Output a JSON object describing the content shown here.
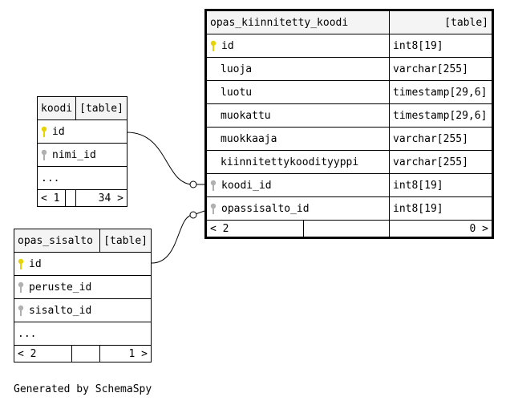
{
  "tables": {
    "koodi": {
      "name": "koodi",
      "tag": "[table]",
      "columns": [
        {
          "name": "id",
          "key": "primary"
        },
        {
          "name": "nimi_id",
          "key": "foreign"
        }
      ],
      "more": "...",
      "nav_left": "< 1",
      "nav_right": "34 >"
    },
    "opas_sisalto": {
      "name": "opas_sisalto",
      "tag": "[table]",
      "columns": [
        {
          "name": "id",
          "key": "primary"
        },
        {
          "name": "peruste_id",
          "key": "foreign"
        },
        {
          "name": "sisalto_id",
          "key": "foreign"
        }
      ],
      "more": "...",
      "nav_left": "< 2",
      "nav_right": "1 >"
    },
    "opas_kiinnitetty_koodi": {
      "name": "opas_kiinnitetty_koodi",
      "tag": "[table]",
      "columns": [
        {
          "name": "id",
          "type": "int8[19]",
          "key": "primary"
        },
        {
          "name": "luoja",
          "type": "varchar[255]",
          "key": "none"
        },
        {
          "name": "luotu",
          "type": "timestamp[29,6]",
          "key": "none"
        },
        {
          "name": "muokattu",
          "type": "timestamp[29,6]",
          "key": "none"
        },
        {
          "name": "muokkaaja",
          "type": "varchar[255]",
          "key": "none"
        },
        {
          "name": "kiinnitettykoodityyppi",
          "type": "varchar[255]",
          "key": "none"
        },
        {
          "name": "koodi_id",
          "type": "int8[19]",
          "key": "foreign"
        },
        {
          "name": "opassisalto_id",
          "type": "int8[19]",
          "key": "foreign"
        }
      ],
      "nav_left": "< 2",
      "nav_right": "0 >"
    }
  },
  "footer": "Generated by SchemaSpy",
  "colors": {
    "primary_key": "#e8d400",
    "foreign_key": "#b0b0b0",
    "header_bg": "#f4f4f4",
    "line": "#000000"
  }
}
